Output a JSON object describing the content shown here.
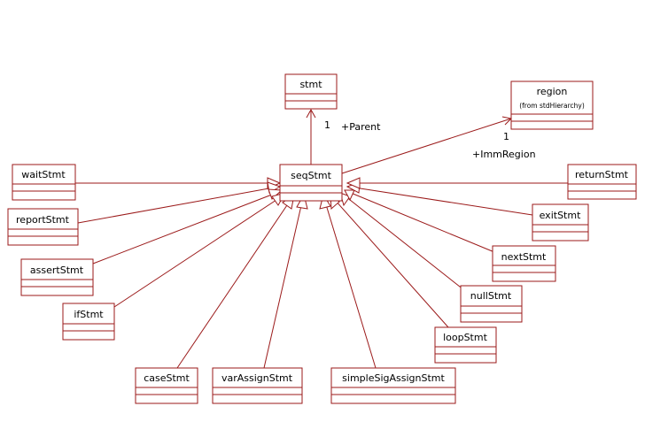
{
  "diagram": {
    "classes": {
      "stmt": {
        "name": "stmt"
      },
      "region": {
        "name": "region",
        "stereotype": "(from stdHierarchy)"
      },
      "seqStmt": {
        "name": "seqStmt"
      },
      "waitStmt": {
        "name": "waitStmt"
      },
      "reportStmt": {
        "name": "reportStmt"
      },
      "assertStmt": {
        "name": "assertStmt"
      },
      "ifStmt": {
        "name": "ifStmt"
      },
      "caseStmt": {
        "name": "caseStmt"
      },
      "varAssignStmt": {
        "name": "varAssignStmt"
      },
      "simpleSigAssignStmt": {
        "name": "simpleSigAssignStmt"
      },
      "loopStmt": {
        "name": "loopStmt"
      },
      "nullStmt": {
        "name": "nullStmt"
      },
      "nextStmt": {
        "name": "nextStmt"
      },
      "exitStmt": {
        "name": "exitStmt"
      },
      "returnStmt": {
        "name": "returnStmt"
      }
    },
    "associations": {
      "parent": {
        "multiplicity": "1",
        "role": "+Parent"
      },
      "imm_region": {
        "multiplicity": "1",
        "role": "+ImmRegion"
      }
    },
    "colors": {
      "line": "#9b1a1a",
      "background": "#ffffff",
      "text": "#000000"
    }
  }
}
